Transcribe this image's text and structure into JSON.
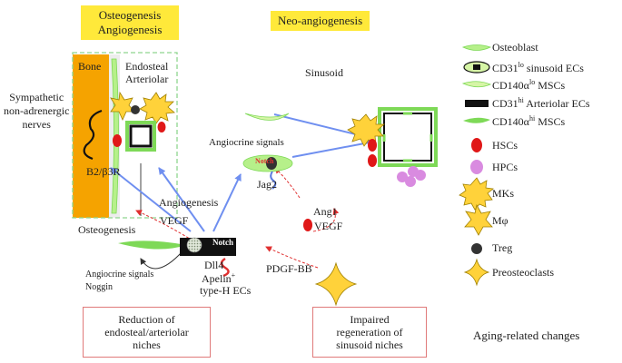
{
  "headers": {
    "osteo_line1": "Osteogenesis",
    "osteo_line2": "Angiogenesis",
    "neo": "Neo-angiogenesis"
  },
  "labels": {
    "bone": "Bone",
    "endosteal": "Endosteal",
    "arteriolar": "Arteriolar",
    "symp_line1": "Sympathetic",
    "symp_line2": "non-adrenergic",
    "symp_line3": "nerves",
    "b2b3r": "B2/β3R",
    "sinusoid": "Sinusoid",
    "angiocrine_top": "Angiocrine signals",
    "notch_top": "Notch",
    "jag2": "Jag2",
    "ang1": "Ang1",
    "vegf_right": "VEGF",
    "angiogenesis": "Angiogenesis",
    "vegf_left": "VEGF",
    "osteogenesis": "Osteogenesis",
    "notch_bottom": "Notch",
    "dll4": "Dll4",
    "apelin": "Apelin",
    "apelin_sup": "+",
    "typeh": "type-H ECs",
    "pdgf": "PDGF-BB",
    "angiocrine_bottom": "Angiocrine signals",
    "noggin": "Noggin"
  },
  "boxes": {
    "reduction_l1": "Reduction of",
    "reduction_l2": "endosteal/arteriolar",
    "reduction_l3": "niches",
    "impaired_l1": "Impaired",
    "impaired_l2": "regeneration of",
    "impaired_l3": "sinusoid niches",
    "aging": "Aging-related changes"
  },
  "legend": [
    {
      "icon": "osteoblast-icon",
      "text": "Osteoblast"
    },
    {
      "icon": "cd31lo-sinusoid-ec-icon",
      "pre": "CD31",
      "sup": "lo",
      "text": " sinusoid ECs"
    },
    {
      "icon": "cd140alo-msc-icon",
      "pre": "CD140α",
      "sup": "lo",
      "text": " MSCs"
    },
    {
      "icon": "cd31hi-arteriolar-ec-icon",
      "pre": "CD31",
      "sup": "hi",
      "text": " Arteriolar ECs"
    },
    {
      "icon": "cd140ahi-msc-icon",
      "pre": "CD140α",
      "sup": "hi",
      "text": " MSCs"
    },
    {
      "icon": "hsc-icon",
      "text": "HSCs"
    },
    {
      "icon": "hpc-icon",
      "text": "HPCs"
    },
    {
      "icon": "mk-icon",
      "text": "MKs"
    },
    {
      "icon": "macrophage-icon",
      "text": "Mφ"
    },
    {
      "icon": "treg-icon",
      "text": "Treg"
    },
    {
      "icon": "preosteoclast-icon",
      "text": "Preosteoclasts"
    }
  ],
  "colors": {
    "bone": "#f5a300",
    "header_bg": "#ffe93a",
    "arrow_blue": "#6f8ff0",
    "arrow_red": "#e03030",
    "cell_green": "#7ed957",
    "msc_light": "#d6f5a6",
    "hsc_red": "#e01818",
    "hpc_violet": "#d98be0",
    "star_yellow": "#ffd23a",
    "box_border": "#e07a7a",
    "dash_green": "#8fd58f"
  }
}
